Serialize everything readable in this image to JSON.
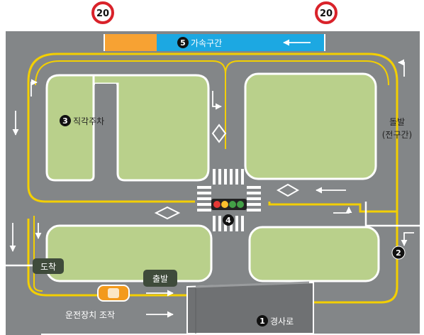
{
  "speed_limit_left": "20",
  "speed_limit_right": "20",
  "sections": {
    "acceleration": {
      "number": "5",
      "label": "가속구간"
    },
    "right_angle_parking": {
      "number": "3",
      "label": "직각주차"
    },
    "intersection": {
      "number": "4"
    },
    "turn": {
      "number": "2"
    },
    "slope": {
      "number": "1",
      "label": "경사로"
    }
  },
  "detour": {
    "line1": "돌발",
    "line2": "(전구간)"
  },
  "arrival": "도착",
  "departure": "출발",
  "controls": "운전장치 조작",
  "colors": {
    "road": "#838688",
    "grass": "#b9d08b",
    "lane": "#f3cf00",
    "accel_bar": "#1ca8e2",
    "accel_bar_orange": "#f7a233",
    "sign_ring": "#d9222a",
    "car": "#f39a1c"
  }
}
